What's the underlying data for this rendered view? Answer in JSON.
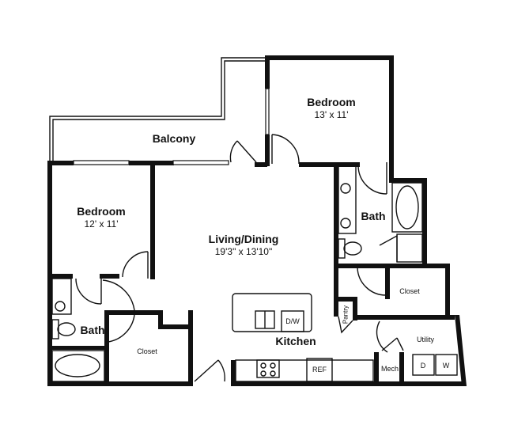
{
  "plan": {
    "type": "Apartment floor plan",
    "rooms": {
      "balcony": {
        "name": "Balcony"
      },
      "bedroom_1": {
        "name": "Bedroom",
        "size": "13' x 11'"
      },
      "bedroom_2": {
        "name": "Bedroom",
        "size": "12' x 11'"
      },
      "living": {
        "name": "Living/Dining",
        "size": "19'3\" x 13'10\""
      },
      "master_bath": {
        "name": "Bath"
      },
      "bath_2": {
        "name": "Bath"
      },
      "master_closet": {
        "name": "Closet"
      },
      "closet_2": {
        "name": "Closet"
      },
      "kitchen": {
        "name": "Kitchen"
      },
      "pantry": {
        "name": "Pantry"
      },
      "utility": {
        "name": "Utility"
      },
      "mech": {
        "name": "Mech"
      }
    },
    "appliances": {
      "dishwasher": "D/W",
      "refrigerator": "REF",
      "dryer": "D",
      "washer": "W"
    }
  }
}
